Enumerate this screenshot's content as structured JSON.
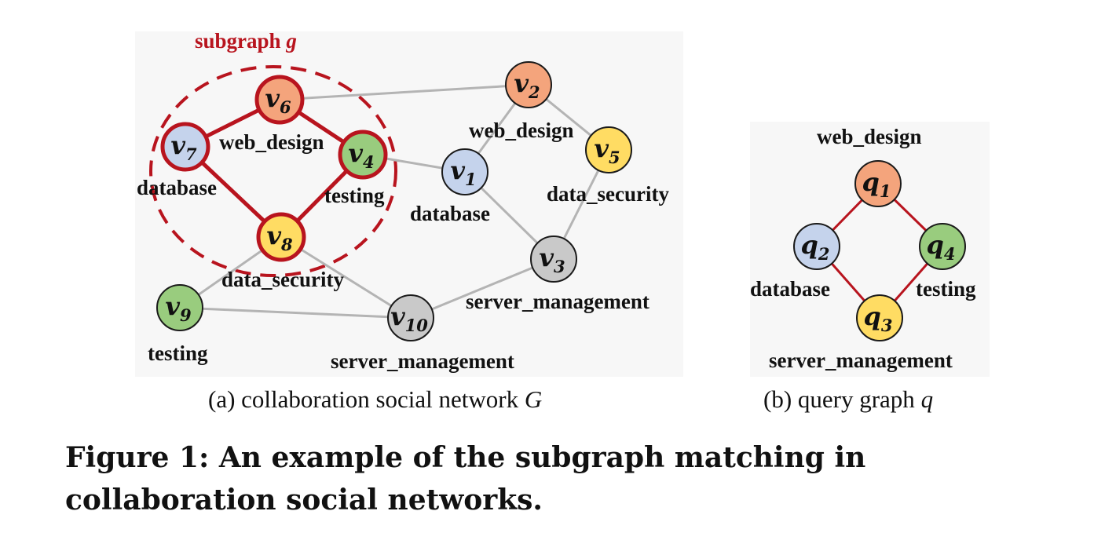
{
  "subgraph_title": {
    "text": "subgraph ",
    "var": "g"
  },
  "graph_G": {
    "nodes": [
      {
        "id": "v6",
        "letter": "v",
        "sub": "6",
        "label": "",
        "color": "#f4a47c",
        "highlight": true
      },
      {
        "id": "v7",
        "letter": "v",
        "sub": "7",
        "label": "database",
        "color": "#c5d3ec",
        "highlight": true
      },
      {
        "id": "v4",
        "letter": "v",
        "sub": "4",
        "label": "testing",
        "color": "#99cc7e",
        "highlight": true
      },
      {
        "id": "v8",
        "letter": "v",
        "sub": "8",
        "label": "data_security",
        "color": "#ffdc63",
        "highlight": true
      },
      {
        "id": "v2",
        "letter": "v",
        "sub": "2",
        "label": "web_design",
        "color": "#f4a47c",
        "highlight": false
      },
      {
        "id": "v1",
        "letter": "v",
        "sub": "1",
        "label": "database",
        "color": "#c5d3ec",
        "highlight": false
      },
      {
        "id": "v5",
        "letter": "v",
        "sub": "5",
        "label": "data_security",
        "color": "#ffdc63",
        "highlight": false
      },
      {
        "id": "v3",
        "letter": "v",
        "sub": "3",
        "label": "server_management",
        "color": "#c9c9c9",
        "highlight": false
      },
      {
        "id": "v9",
        "letter": "v",
        "sub": "9",
        "label": "testing",
        "color": "#99cc7e",
        "highlight": false
      },
      {
        "id": "v10",
        "letter": "v",
        "sub": "10",
        "label": "server_management",
        "color": "#c9c9c9",
        "highlight": false
      }
    ],
    "v6_label": "web_design",
    "edges": [
      {
        "from": "v6",
        "to": "v2",
        "highlight": false
      },
      {
        "from": "v2",
        "to": "v1",
        "highlight": false
      },
      {
        "from": "v2",
        "to": "v5",
        "highlight": false
      },
      {
        "from": "v4",
        "to": "v1",
        "highlight": false
      },
      {
        "from": "v1",
        "to": "v3",
        "highlight": false
      },
      {
        "from": "v5",
        "to": "v3",
        "highlight": false
      },
      {
        "from": "v3",
        "to": "v10",
        "highlight": false
      },
      {
        "from": "v8",
        "to": "v10",
        "highlight": false
      },
      {
        "from": "v8",
        "to": "v9",
        "highlight": false
      },
      {
        "from": "v9",
        "to": "v10",
        "highlight": false
      },
      {
        "from": "v6",
        "to": "v7",
        "highlight": true
      },
      {
        "from": "v6",
        "to": "v4",
        "highlight": true
      },
      {
        "from": "v7",
        "to": "v8",
        "highlight": true
      },
      {
        "from": "v4",
        "to": "v8",
        "highlight": true
      }
    ],
    "caption": {
      "prefix": "(a)  collaboration social network ",
      "var": "G"
    }
  },
  "graph_q": {
    "nodes": [
      {
        "id": "q1",
        "letter": "q",
        "sub": "1",
        "label": "web_design",
        "color": "#f4a47c"
      },
      {
        "id": "q2",
        "letter": "q",
        "sub": "2",
        "label": "database",
        "color": "#c5d3ec"
      },
      {
        "id": "q4",
        "letter": "q",
        "sub": "4",
        "label": "testing",
        "color": "#99cc7e"
      },
      {
        "id": "q3",
        "letter": "q",
        "sub": "3",
        "label": "server_management",
        "color": "#ffdc63"
      }
    ],
    "edges": [
      {
        "from": "q1",
        "to": "q2"
      },
      {
        "from": "q1",
        "to": "q4"
      },
      {
        "from": "q2",
        "to": "q3"
      },
      {
        "from": "q4",
        "to": "q3"
      }
    ],
    "caption": {
      "prefix": "(b)  query graph ",
      "var": "q"
    }
  },
  "colors": {
    "highlight": "#b8141e",
    "plain_edge": "#b4b4b4",
    "node_stroke": "#1a1a1a",
    "panel_bg": "#f7f7f7"
  },
  "figure_caption": "Figure 1: An example of the subgraph matching in collaboration social networks."
}
